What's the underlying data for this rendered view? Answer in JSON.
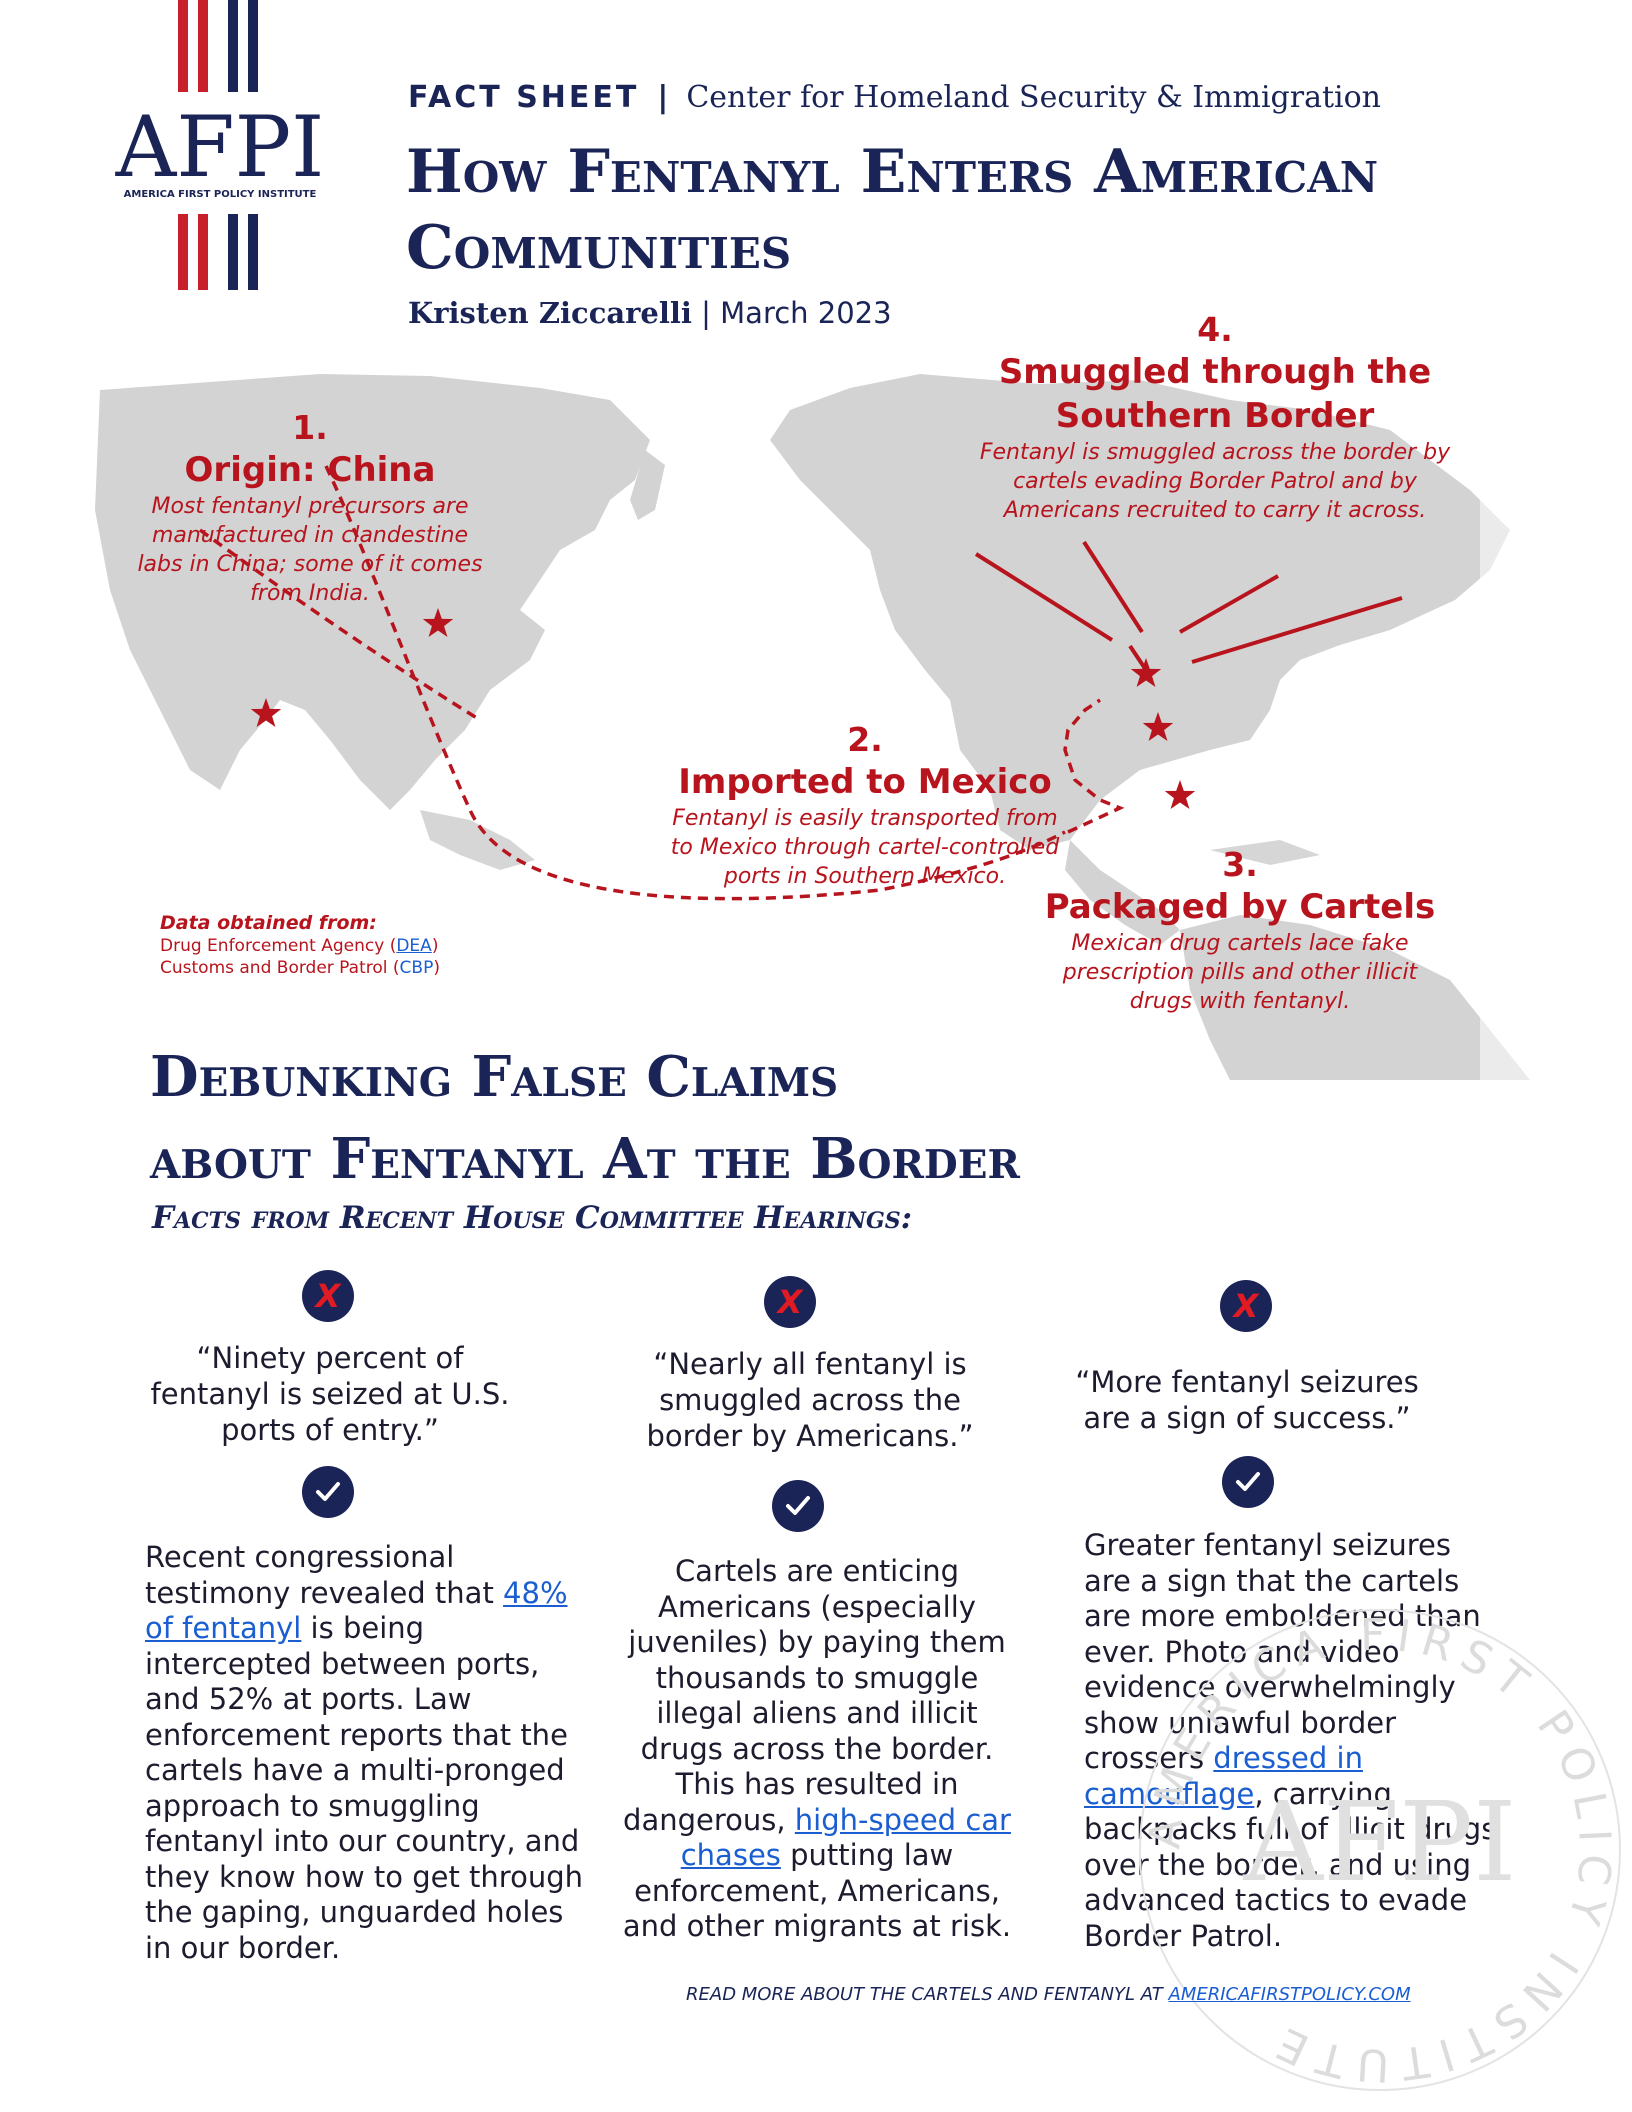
{
  "logo": {
    "text": "AFPI",
    "org": "AMERICA FIRST POLICY INSTITUTE",
    "colors": {
      "red": "#c8202b",
      "navy": "#1a2456"
    }
  },
  "header": {
    "label": "FACT SHEET",
    "separator": "|",
    "center": "Center for Homeland Security & Immigration",
    "title": "How Fentanyl Enters American Communities",
    "author": "Kristen Ziccarelli",
    "date_sep": "|",
    "date": "March 2023"
  },
  "map": {
    "steps": [
      {
        "num": "1.",
        "title": "Origin: China",
        "desc": "Most fentanyl precursors are manufactured in clandestine labs in China; some of it comes from India."
      },
      {
        "num": "2.",
        "title": "Imported to Mexico",
        "desc": "Fentanyl is easily transported from to Mexico through cartel-controlled ports in Southern Mexico."
      },
      {
        "num": "3.",
        "title": "Packaged by Cartels",
        "desc": "Mexican drug cartels lace fake prescription pills and other illicit drugs with fentanyl."
      },
      {
        "num": "4.",
        "title": "Smuggled through the Southern Border",
        "desc": "Fentanyl is smuggled across the border by cartels evading Border Patrol and by Americans recruited to carry it across."
      }
    ],
    "sources": {
      "label": "Data obtained from",
      "colon": ":",
      "dea_prefix": "Drug Enforcement Agency (",
      "dea_link": "DEA",
      "dea_suffix": ")",
      "cbp_prefix": "Customs and Border Patrol (",
      "cbp_abbr": "CBP",
      "cbp_suffix": ")"
    },
    "colors": {
      "land": "#d0d0d0",
      "route": "#b8141d"
    }
  },
  "debunk": {
    "title_line1": "Debunking False Claims",
    "title_line2": "about Fentanyl At the Border",
    "subhead": "Facts from Recent House Committee Hearings:",
    "false_mark": "X",
    "columns": [
      {
        "claim": "“Ninety percent of fentanyl is seized at U.S. ports of entry.”",
        "fact_before": "Recent congressional testimony revealed that ",
        "fact_link": "48% of fentanyl",
        "fact_after": " is being intercepted between ports, and 52% at ports. Law enforcement reports that the cartels have a multi-pronged approach to smuggling fentanyl into our country, and they know how to get through the gaping, unguarded holes in our border."
      },
      {
        "claim": "“Nearly all fentanyl is smuggled across the border by Americans.”",
        "fact_before": "Cartels are enticing Americans (especially juveniles) by paying them thousands to smuggle illegal aliens and illicit drugs across the border. This has resulted in dangerous, ",
        "fact_link": "high-speed car chases",
        "fact_after": " putting law enforcement, Americans, and other migrants at risk."
      },
      {
        "claim": "“More fentanyl seizures are a sign of success.”",
        "fact_before": "Greater fentanyl seizures are a sign that the cartels are more emboldened than ever. Photo and video evidence overwhelmingly show unlawful border crossers ",
        "fact_link": "dressed in camouflage",
        "fact_after": ", carrying backpacks full of illicit drugs over the border, and using advanced tactics to evade Border Patrol."
      }
    ]
  },
  "footer": {
    "text": "READ MORE ABOUT THE CARTELS AND FENTANYL AT ",
    "link": "AMERICAFIRSTPOLICY.COM"
  },
  "watermark": {
    "text": "AFPI",
    "ring": "AMERICA FIRST POLICY INSTITUTE"
  }
}
